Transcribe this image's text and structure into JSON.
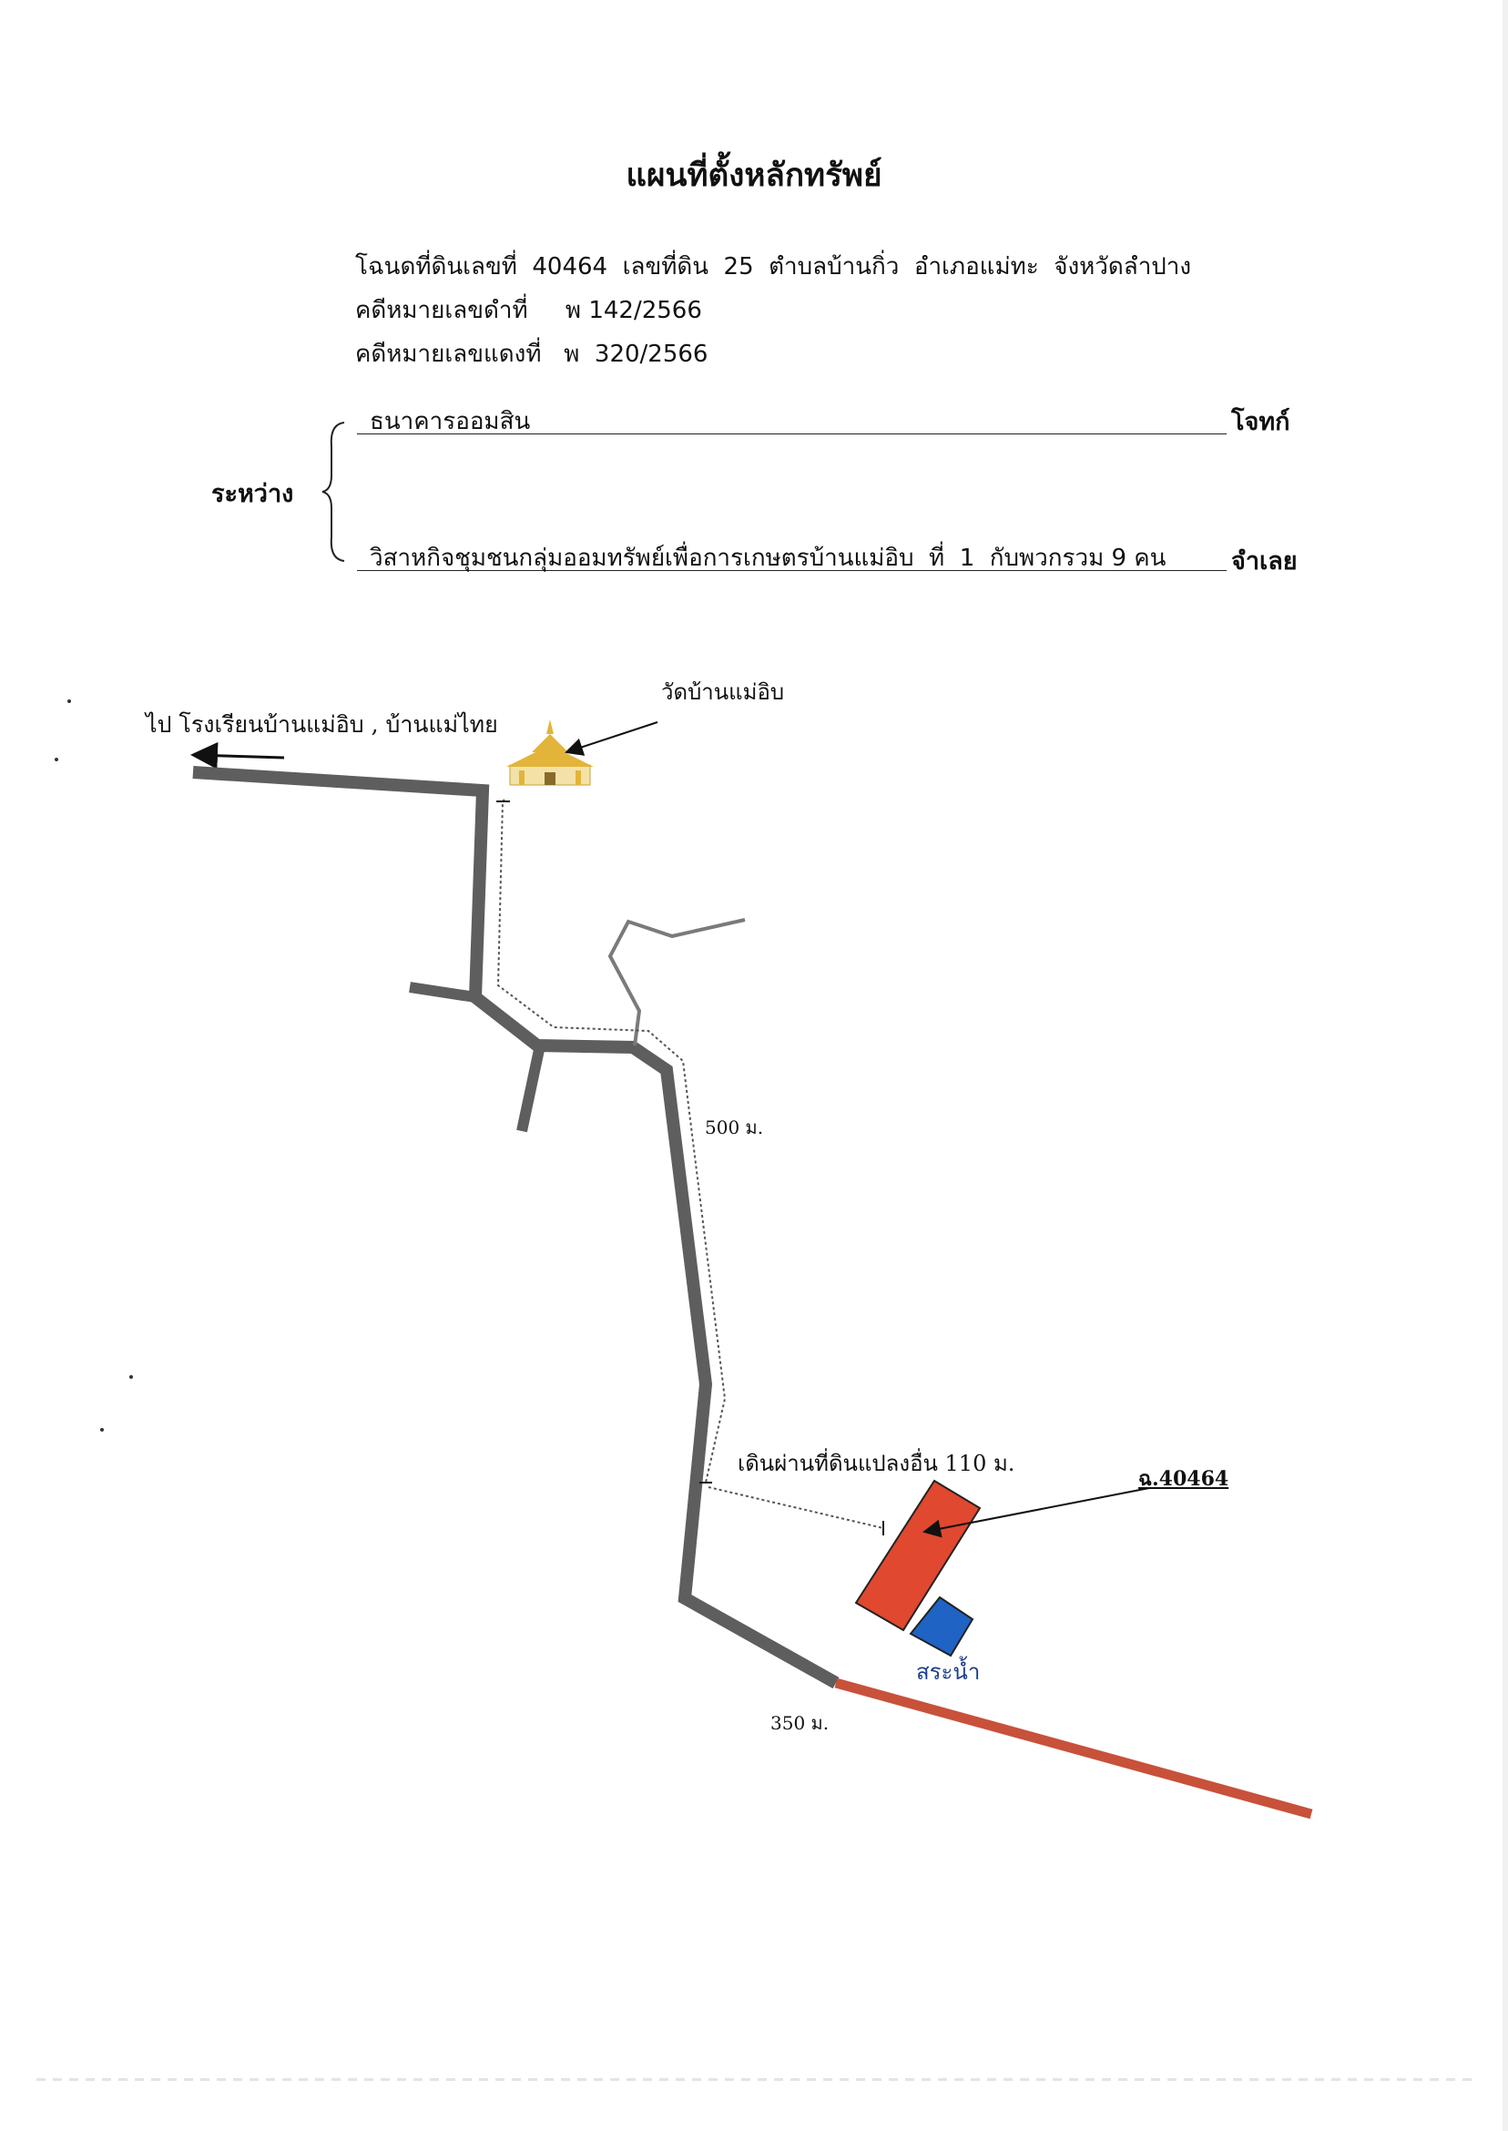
{
  "title": "แผนที่ตั้งหลักทรัพย์",
  "deed_info": {
    "line1": "โฉนดที่ดินเลขที่  40464  เลขที่ดิน  25  ตำบลบ้านกิ่ว  อำเภอแม่ทะ  จังหวัดลำปาง",
    "line2": "คดีหมายเลขดำที่     พ 142/2566",
    "line3": "คดีหมายเลขแดงที่   พ  320/2566"
  },
  "parties": {
    "between_label": "ระหว่าง",
    "plaintiff_name": "ธนาคารออมสิน",
    "plaintiff_role": "โจทก์",
    "defendant_name": "วิสาหกิจชุมชนกลุ่มออมทรัพย์เพื่อการเกษตรบ้านแม่อิบ  ที่  1  กับพวกรวม 9 คน",
    "defendant_role": "จำเลย"
  },
  "map": {
    "direction_label": "ไป โรงเรียนบ้านแม่อิบ , บ้านแม่ไทย",
    "temple_label": "วัดบ้านแม่อิบ",
    "distance_500": "500 ม.",
    "walk_label": "เดินผ่านที่ดินแปลงอื่น 110 ม.",
    "deed_label": "ฉ.40464",
    "pond_label": "สระน้ำ",
    "distance_350": "350 ม.",
    "colors": {
      "road": "#5e5e5e",
      "road_red": "#c8513a",
      "parcel": "#e0482f",
      "pond": "#1f63c4",
      "temple": "#e3b43a"
    }
  }
}
